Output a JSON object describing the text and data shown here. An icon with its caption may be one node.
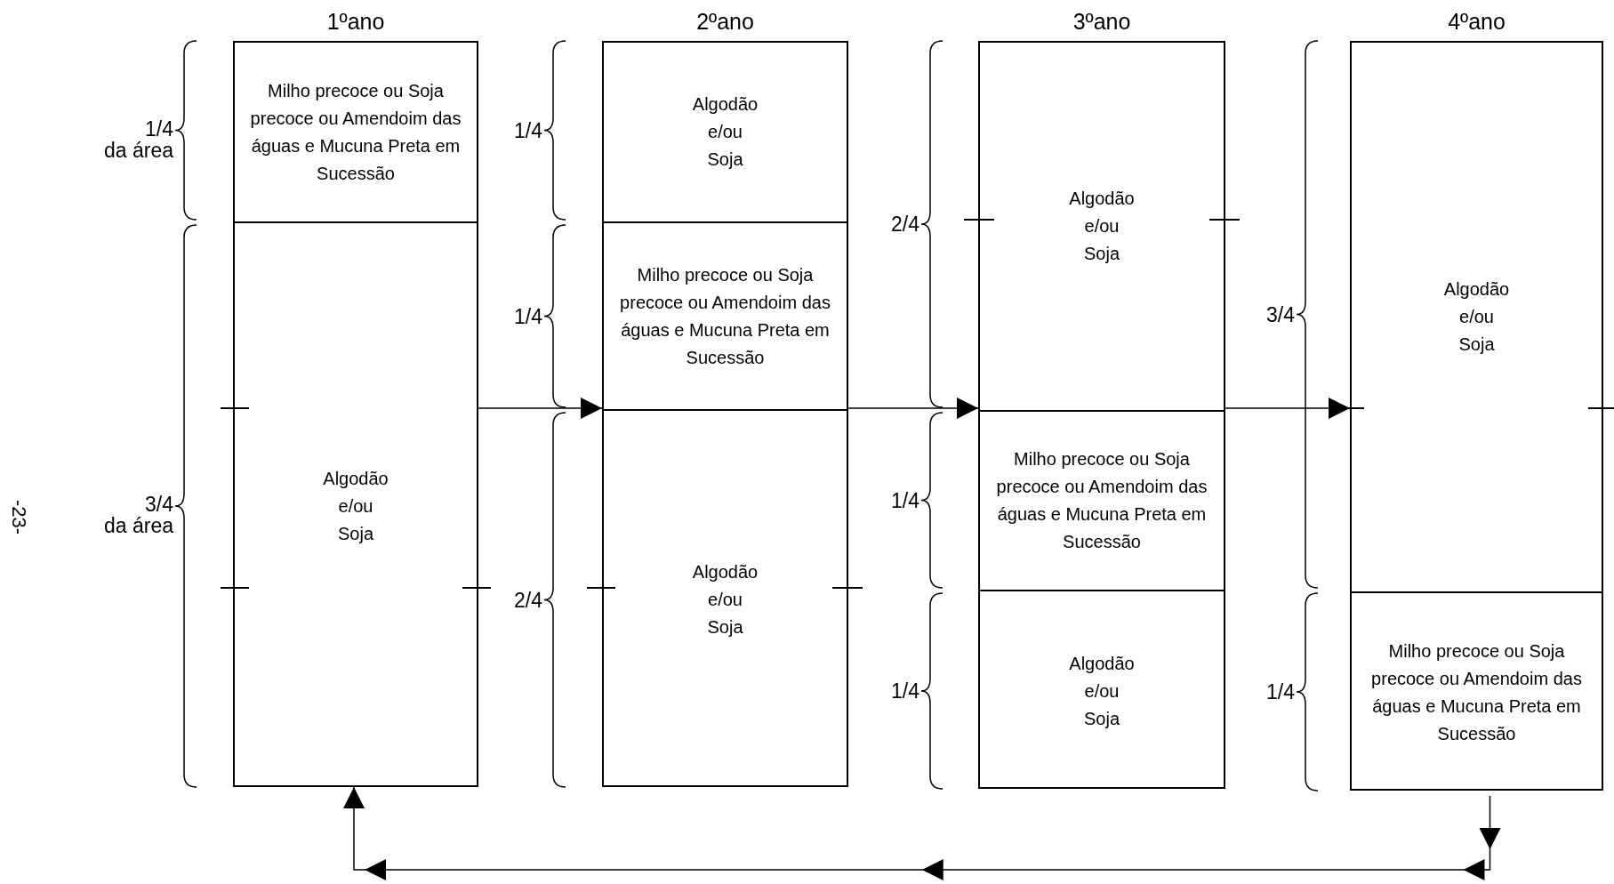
{
  "diagram": {
    "nodes": [
      {
        "text": [
          "1ºano"
        ]
      },
      {
        "text": [
          "Milho precoce ou Soja precoce ou Amendoim das águas e Mucuna Preta em Sucessão"
        ],
        "in": 0
      },
      {
        "text": [
          "Algodão e/ou Soja"
        ],
        "in": 0
      },
      {
        "text": [
          "2ºano"
        ]
      },
      {
        "text": [
          "Algodão e/ou Soja"
        ],
        "in": 3
      },
      {
        "text": [
          "Milho precoce ou Soja precoce ou Amendoim das águas e Mucuna Preta em Sucessão"
        ],
        "in": 3
      },
      {
        "text": [
          "Algodão e/ou Soja"
        ],
        "in": 3
      },
      {
        "text": [
          "3ºano"
        ]
      },
      {
        "text": [
          "Algodão e/ou Soja"
        ],
        "in": 7
      },
      {
        "text": [
          "Milho precoce ou Soja precoce ou Amendoim das águas e Mucuna Preta em Sucessão"
        ],
        "in": 7
      },
      {
        "text": [
          "Algodão e/ou Soja"
        ],
        "in": 7
      },
      {
        "text": [
          "4ºano"
        ]
      },
      {
        "text": [
          "Algodão e/ou Soja"
        ],
        "in": 11
      },
      {
        "text": [
          "Milho precoce ou Soja precoce ou Amendoim das águas e Mucuna Preta em Sucessão"
        ],
        "in": 11
      }
    ],
    "edges": [
      {
        "from": 0,
        "to": 3,
        "arrow": "to"
      },
      {
        "from": 3,
        "to": 7,
        "arrow": "to"
      },
      {
        "from": 7,
        "to": 11,
        "arrow": "to"
      },
      {
        "from": 11,
        "to": 0,
        "arrow": "to"
      }
    ],
    "labels": [
      "-23-",
      "1/4",
      "da área",
      "3/4",
      "da área",
      "1/4",
      "1/4",
      "2/4",
      "2/4",
      "1/4",
      "1/4",
      "3/4",
      "1/4"
    ]
  }
}
